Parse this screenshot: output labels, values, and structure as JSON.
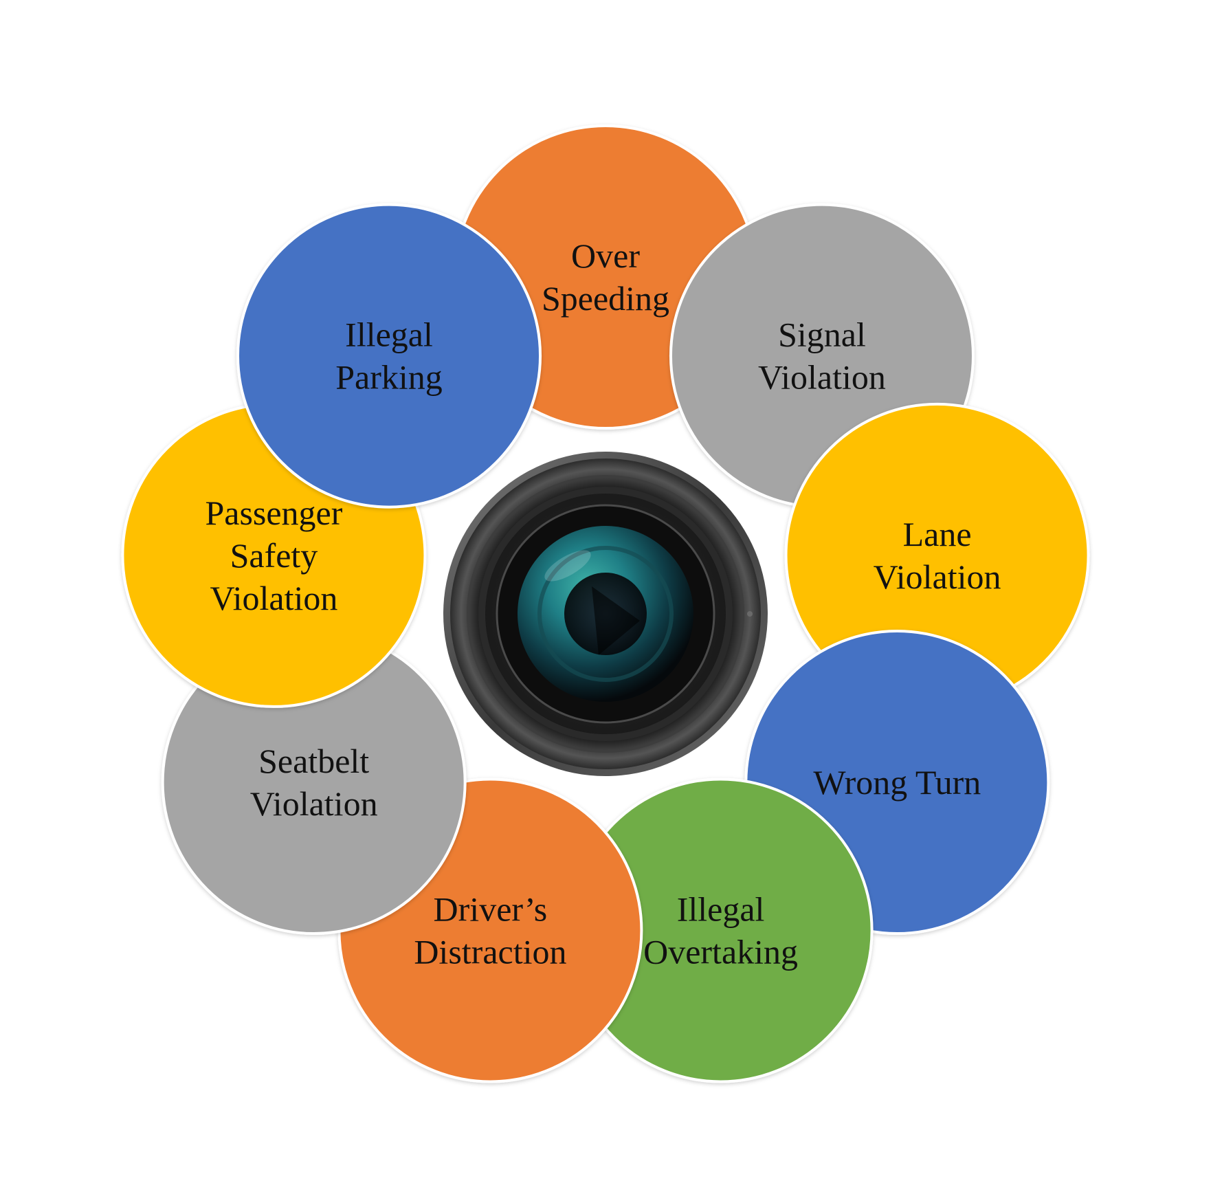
{
  "center": {
    "icon": "camera-lens-icon"
  },
  "nodes": [
    {
      "id": "over-speeding",
      "lines": [
        "Over",
        "Speeding"
      ],
      "color": "#ED7D31"
    },
    {
      "id": "signal-violation",
      "lines": [
        "Signal",
        "Violation"
      ],
      "color": "#A5A5A5"
    },
    {
      "id": "lane-violation",
      "lines": [
        "Lane",
        "Violation"
      ],
      "color": "#FFC000"
    },
    {
      "id": "wrong-turn",
      "lines": [
        "Wrong Turn"
      ],
      "color": "#4472C4"
    },
    {
      "id": "illegal-overtaking",
      "lines": [
        "Illegal",
        "Overtaking"
      ],
      "color": "#70AD47"
    },
    {
      "id": "drivers-distraction",
      "lines": [
        "Driver’s",
        "Distraction"
      ],
      "color": "#ED7D31"
    },
    {
      "id": "seatbelt-violation",
      "lines": [
        "Seatbelt",
        "Violation"
      ],
      "color": "#A5A5A5"
    },
    {
      "id": "passenger-safety-violation",
      "lines": [
        "Passenger",
        "Safety",
        "Violation"
      ],
      "color": "#FFC000"
    },
    {
      "id": "illegal-parking",
      "lines": [
        "Illegal",
        "Parking"
      ],
      "color": "#4472C4"
    }
  ]
}
